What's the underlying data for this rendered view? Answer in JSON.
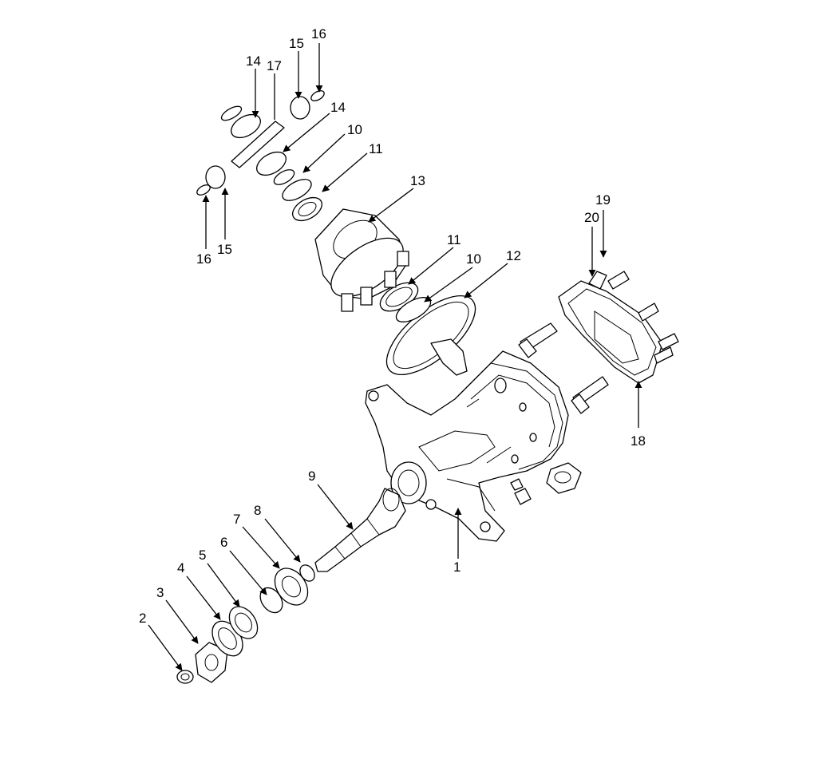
{
  "callouts": [
    {
      "id": "c1",
      "label": "1"
    },
    {
      "id": "c2",
      "label": "2"
    },
    {
      "id": "c3",
      "label": "3"
    },
    {
      "id": "c4",
      "label": "4"
    },
    {
      "id": "c5",
      "label": "5"
    },
    {
      "id": "c6",
      "label": "6"
    },
    {
      "id": "c7",
      "label": "7"
    },
    {
      "id": "c8",
      "label": "8"
    },
    {
      "id": "c9",
      "label": "9"
    },
    {
      "id": "c10a",
      "label": "10"
    },
    {
      "id": "c10b",
      "label": "10"
    },
    {
      "id": "c11a",
      "label": "11"
    },
    {
      "id": "c11b",
      "label": "11"
    },
    {
      "id": "c12",
      "label": "12"
    },
    {
      "id": "c13",
      "label": "13"
    },
    {
      "id": "c14a",
      "label": "14"
    },
    {
      "id": "c14b",
      "label": "14"
    },
    {
      "id": "c15a",
      "label": "15"
    },
    {
      "id": "c15b",
      "label": "15"
    },
    {
      "id": "c16a",
      "label": "16"
    },
    {
      "id": "c16b",
      "label": "16"
    },
    {
      "id": "c17",
      "label": "17"
    },
    {
      "id": "c18",
      "label": "18"
    },
    {
      "id": "c19",
      "label": "19"
    },
    {
      "id": "c20",
      "label": "20"
    }
  ]
}
